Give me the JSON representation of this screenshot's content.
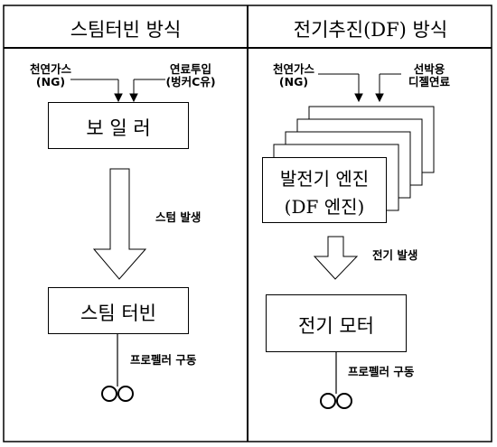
{
  "left_panel": {
    "title": "스팀터빈 방식",
    "input_lng_line1": "천연가스",
    "input_lng_line2": "(NG)",
    "input_fuel_line1": "연료투입",
    "input_fuel_line2": "(벙커C유)",
    "boiler_label": "보 일 러",
    "steam_generation_label": "스텀 발생",
    "steam_turbine_label": "스팀 터빈",
    "propeller_label": "프로펠러 구동"
  },
  "right_panel": {
    "title": "전기추진(DF) 방식",
    "input_lng_line1": "천연가스",
    "input_lng_line2": "(NG)",
    "input_fuel_line1": "선박용",
    "input_fuel_line2": "디젤연료",
    "generator_line1": "발전기 엔진",
    "generator_line2": "(DF 엔진)",
    "power_generation_label": "전기 발생",
    "electric_motor_label": "전기 모터",
    "propeller_label": "프로펠러 구동"
  }
}
